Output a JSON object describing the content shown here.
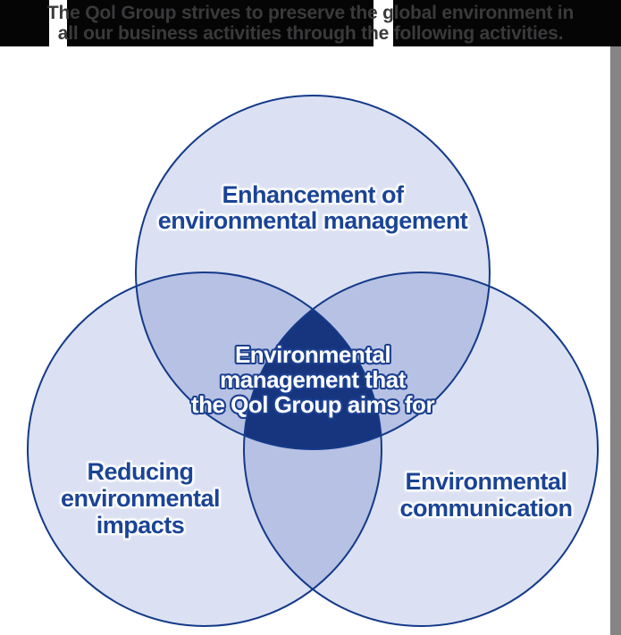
{
  "header": {
    "line1": "The Qol Group strives to preserve the global environment in",
    "line2": "all our business activities through the following activities."
  },
  "venn": {
    "top_label": {
      "lines": [
        "Enhancement of",
        "environmental management"
      ]
    },
    "left_label": {
      "lines": [
        "Reducing",
        "environmental",
        "impacts"
      ]
    },
    "right_label": {
      "lines": [
        "Environmental",
        "communication"
      ]
    },
    "center_label": {
      "lines": [
        "Environmental",
        "management that",
        "the Qol Group aims for"
      ]
    }
  },
  "colors": {
    "header-bg": "#050505",
    "header-text": "#3a3a3c",
    "venn-single": "#dbe1f3",
    "venn-pair": "#b6c1e4",
    "venn-triple": "#17357e",
    "venn-stroke": "#143a89",
    "label-text": "#1a4496",
    "center-text": "#ffffff",
    "center-outline": "#1d4191",
    "scrollbar": "#858585"
  }
}
